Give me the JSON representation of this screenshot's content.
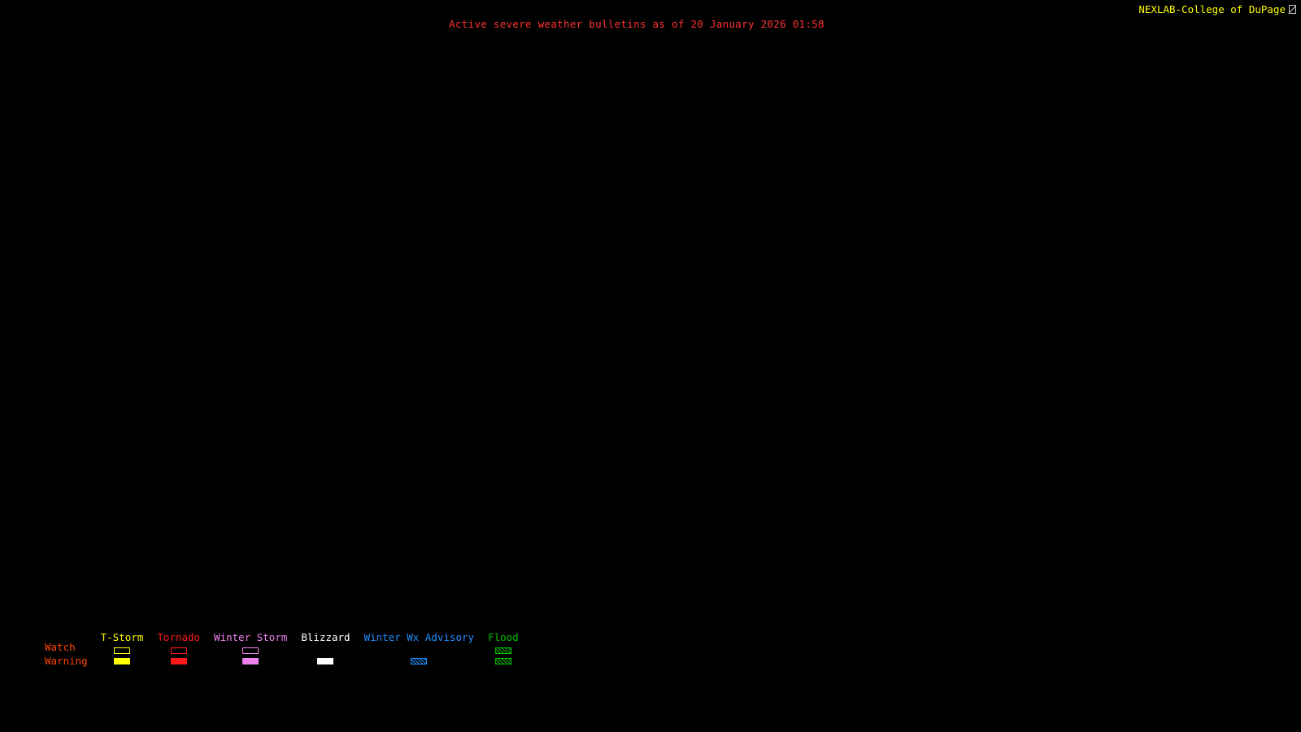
{
  "header": {
    "title": "Active severe weather bulletins as of 20 January 2026 01:58",
    "title_color": "#ff3232",
    "brand": "NEXLAB-College of DuPage",
    "brand_color": "#ffff00",
    "brand_icon": "logo-glyph-icon"
  },
  "legend": {
    "watch_label": "Watch",
    "warning_label": "Warning",
    "row_label_color": "#ff4500",
    "items": [
      {
        "id": "t-storm",
        "label": "T-Storm",
        "color": "#ffff00",
        "watch": "outline",
        "warning": "fill"
      },
      {
        "id": "tornado",
        "label": "Tornado",
        "color": "#ff1a1a",
        "watch": "outline",
        "warning": "fill"
      },
      {
        "id": "winter-storm",
        "label": "Winter Storm",
        "color": "#ee82ee",
        "watch": "outline",
        "warning": "fill"
      },
      {
        "id": "blizzard",
        "label": "Blizzard",
        "color": "#ffffff",
        "watch": "none",
        "warning": "fill"
      },
      {
        "id": "winter-wx-advisory",
        "label": "Winter Wx Advisory",
        "color": "#1e90ff",
        "watch": "none",
        "warning": "hatch"
      },
      {
        "id": "flood",
        "label": "Flood",
        "color": "#00c000",
        "watch": "hatch",
        "warning": "hatch"
      }
    ]
  },
  "background_color": "#000000"
}
